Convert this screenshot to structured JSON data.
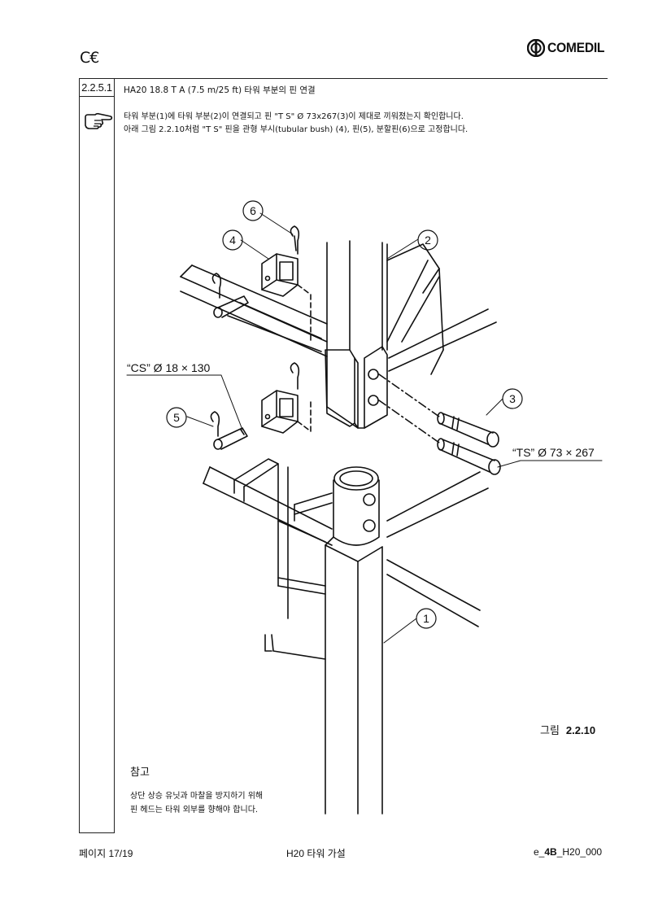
{
  "header": {
    "ce_mark": "C€",
    "logo_text": "COMEDIL"
  },
  "section": {
    "number": "2.2.5.1",
    "title": "HA20 18.8 T A (7.5 m/25 ft) 타워 부분의 핀 연결",
    "paragraph_line1": "타워 부분(1)에 타워 부분(2)이 연결되고 핀 \"T S\" Ø 73x267(3)이 제대로 끼워졌는지 확인합니다.",
    "paragraph_line2": "아래 그림 2.2.10처럼 \"T S\" 핀을 관형 부시(tubular bush) (4), 핀(5), 분할핀(6)으로 고정합니다."
  },
  "figure": {
    "callouts": [
      "1",
      "2",
      "3",
      "4",
      "5",
      "6"
    ],
    "cs_label": "“CS” Ø 18 × 130",
    "ts_label": "“TS” Ø 73 × 267",
    "caption_prefix": "그림",
    "caption_number": "2.2.10"
  },
  "note": {
    "title": "참고",
    "line1": "상단 상승 유닛과 마찰을 방지하기 위해",
    "line2": "핀 헤드는 타워 외부를 향해야 합니다."
  },
  "footer": {
    "page": "페이지 17/19",
    "center": "H20 타워 가설",
    "code_prefix": "e_",
    "code_bold": "4B",
    "code_suffix": "_H20_000"
  },
  "colors": {
    "ink": "#111111",
    "paper": "#ffffff"
  }
}
